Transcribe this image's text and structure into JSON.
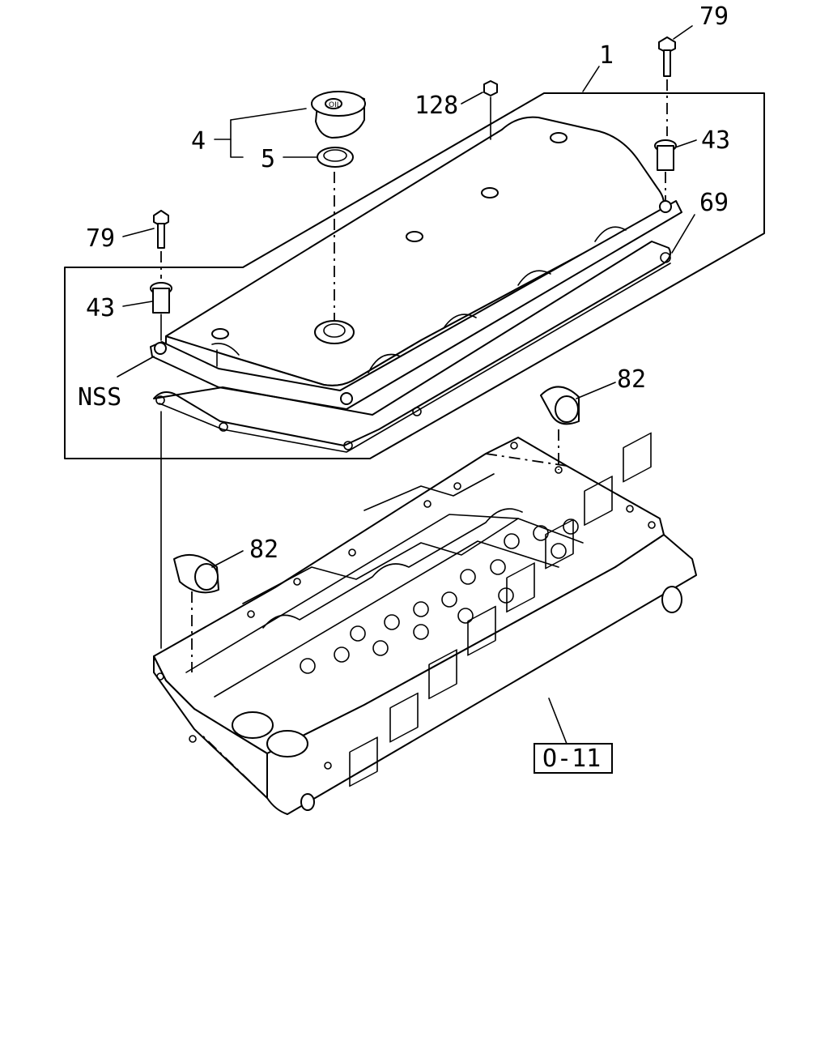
{
  "callouts": {
    "c1": "1",
    "c4": "4",
    "c5": "5",
    "c128": "128",
    "c79_top": "79",
    "c43_top": "43",
    "c69": "69",
    "c79_left": "79",
    "c43_left": "43",
    "nss": "NSS",
    "c82_right": "82",
    "c82_left": "82"
  },
  "reference": "O-11",
  "cap_marking": "OIL"
}
